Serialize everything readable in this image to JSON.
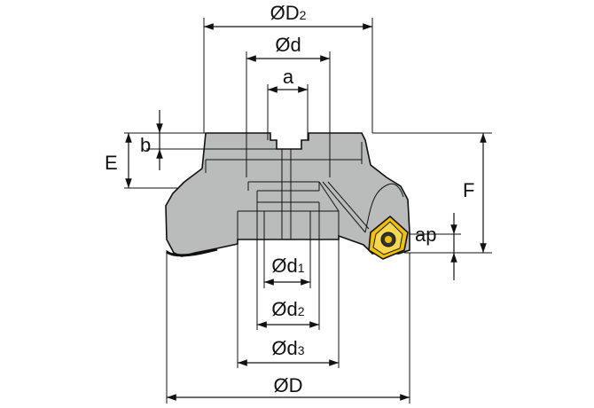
{
  "labels": {
    "D2": {
      "symbol": "Ø",
      "main": "D",
      "sub": "2"
    },
    "d": {
      "symbol": "Ø",
      "main": "d",
      "sub": ""
    },
    "a": {
      "main": "a"
    },
    "b": {
      "main": "b"
    },
    "E": {
      "main": "E"
    },
    "F": {
      "main": "F"
    },
    "ap": {
      "main": "ap"
    },
    "d1": {
      "symbol": "Ø",
      "main": "d",
      "sub": "1"
    },
    "d2": {
      "symbol": "Ø",
      "main": "d",
      "sub": "2"
    },
    "d3": {
      "symbol": "Ø",
      "main": "d",
      "sub": "3"
    },
    "D": {
      "symbol": "Ø",
      "main": "D",
      "sub": ""
    }
  },
  "colors": {
    "body": "#b9bcbb",
    "insert": "#f2c200",
    "line": "#111111"
  }
}
